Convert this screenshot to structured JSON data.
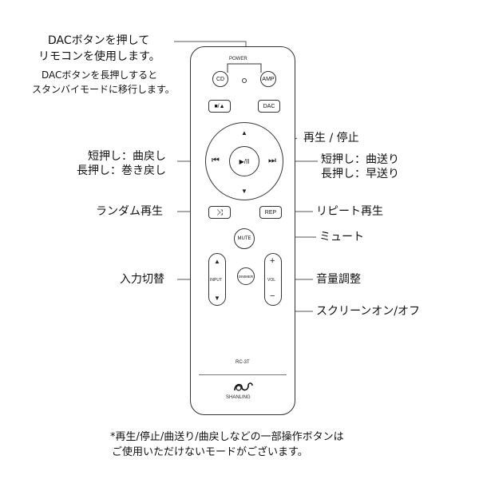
{
  "labels": {
    "dac_long_press_1": "DACボタンを押して",
    "dac_long_press_2": "リモコンを使用します。",
    "dac_standby_1": "DACボタンを長押しすると",
    "dac_standby_2": "スタンバイモードに移行します。",
    "play_pause": "再生 / 停止",
    "prev_short": "短押し：曲戻し",
    "prev_long": "長押し：巻き戻し",
    "next_short": "短押し：曲送り",
    "next_long": "長押し：早送り",
    "random": "ランダム再生",
    "repeat": "リピート再生",
    "mute": "ミュート",
    "input": "入力切替",
    "volume": "音量調整",
    "screen": "スクリーンオン/オフ"
  },
  "remote": {
    "power_label": "POWER",
    "cd_button": "CD",
    "amp_button": "AMP",
    "dac_button": "DAC",
    "eject_button": "■/▲",
    "play_button": "▶/II",
    "up_arrow": "▲",
    "down_arrow": "▼",
    "prev_button": "⏮",
    "next_button": "⏭",
    "shuffle_button": "⤨",
    "rep_button": "REP",
    "mute_button": "MUTE",
    "input_up": "▲",
    "input_label": "INPUT",
    "input_down": "▼",
    "dimmer_button": "DIMMER",
    "vol_plus": "+",
    "vol_label": "VOL",
    "vol_minus": "−",
    "model": "RC-3T",
    "brand": "SHANLING"
  },
  "footer": {
    "line1": "*再生/停止/曲送り/曲戻しなどの一部操作ボタンは",
    "line2": "ご使用いただけないモードがございます。"
  }
}
